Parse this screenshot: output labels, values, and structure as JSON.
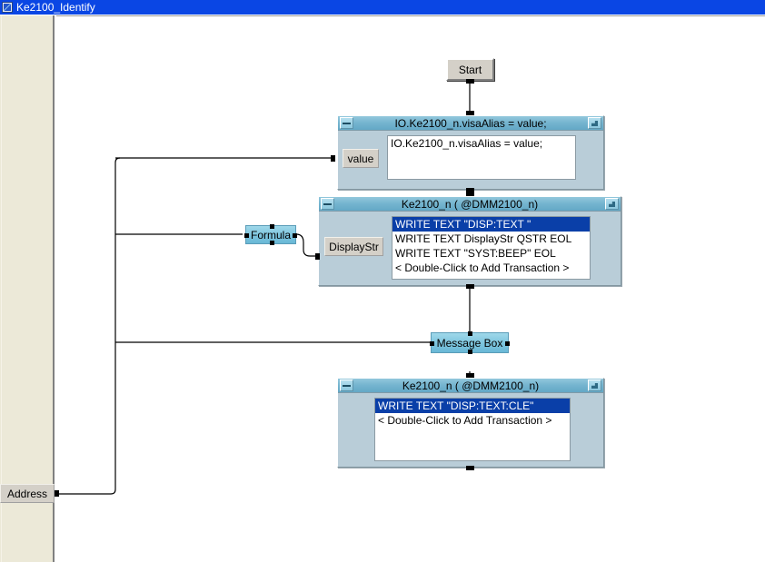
{
  "window": {
    "title": "Ke2100_Identify",
    "icon": "app-window-icon"
  },
  "left_panel": {
    "name": "tree-panel",
    "background": "#ece9d8"
  },
  "canvas": {
    "background": "#ffffff",
    "nodes": {
      "start": {
        "label": "Start",
        "type": "start-button"
      },
      "formula": {
        "label": "Formula",
        "type": "formula-node",
        "selected": true
      },
      "message_box": {
        "label": "Message Box",
        "type": "message-box-node",
        "selected": true
      },
      "address": {
        "label": "Address",
        "type": "io-label"
      }
    },
    "blocks": [
      {
        "id": "visa-alias-block",
        "title": "IO.Ke2100_n.visaAlias = value;",
        "port_label": "value",
        "minimize_glyph": "minimize-icon",
        "resize_glyph": "resize-icon",
        "code_lines": [
          "IO.Ke2100_n.visaAlias = value;"
        ]
      },
      {
        "id": "dmm-block-1",
        "title": "Ke2100_n ( @DMM2100_n)",
        "port_label": "DisplayStr",
        "minimize_glyph": "minimize-icon",
        "resize_glyph": "resize-icon",
        "transactions": [
          {
            "text": "WRITE TEXT \"DISP:TEXT \"",
            "selected": true
          },
          {
            "text": "WRITE TEXT DisplayStr QSTR EOL",
            "selected": false
          },
          {
            "text": "WRITE TEXT \"SYST:BEEP\" EOL",
            "selected": false
          },
          {
            "text": "< Double-Click to Add Transaction >",
            "selected": false
          }
        ]
      },
      {
        "id": "dmm-block-2",
        "title": "Ke2100_n ( @DMM2100_n)",
        "port_label": "",
        "minimize_glyph": "minimize-icon",
        "resize_glyph": "resize-icon",
        "transactions": [
          {
            "text": "WRITE TEXT \"DISP:TEXT:CLE\"",
            "selected": true
          },
          {
            "text": "< Double-Click to Add Transaction >",
            "selected": false
          }
        ]
      }
    ]
  },
  "colors": {
    "titlebar": "#0a46e4",
    "titlebar_text": "#ffffff",
    "panel": "#ece9d8",
    "block_header": "#74b4cf",
    "block_body": "#b9cdd8",
    "selection": "#0a3fa8",
    "node_selected": "#7cc4dd",
    "button_face": "#d4d0c8"
  }
}
